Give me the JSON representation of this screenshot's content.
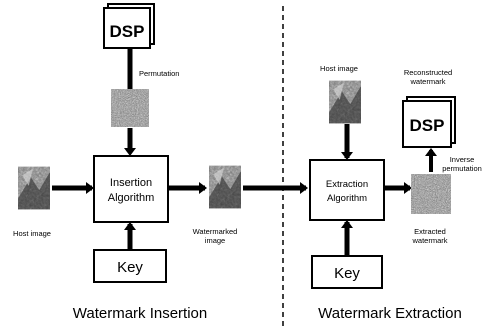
{
  "insertion": {
    "dsp_label": "DSP",
    "permutation_label": "Permutation",
    "algorithm_line1": "Insertion",
    "algorithm_line2": "Algorithm",
    "key_label": "Key",
    "host_image_label": "Host image",
    "watermarked_line1": "Watermarked",
    "watermarked_line2": "image",
    "section_title": "Watermark Insertion"
  },
  "extraction": {
    "host_image_label": "Host image",
    "reconstructed_line1": "Reconstructed",
    "reconstructed_line2": "watermark",
    "dsp_label": "DSP",
    "inverse_line1": "Inverse",
    "inverse_line2": "permutation",
    "algorithm_line1": "Extraction",
    "algorithm_line2": "Algorithm",
    "extracted_line1": "Extracted",
    "extracted_line2": "watermark",
    "key_label": "Key",
    "section_title": "Watermark Extraction"
  },
  "colors": {
    "line": "#000000",
    "box": "#ffffff"
  },
  "icons": [
    "host-image-icon",
    "scrambled-watermark-icon",
    "watermarked-image-icon",
    "dsp-logo-icon"
  ]
}
